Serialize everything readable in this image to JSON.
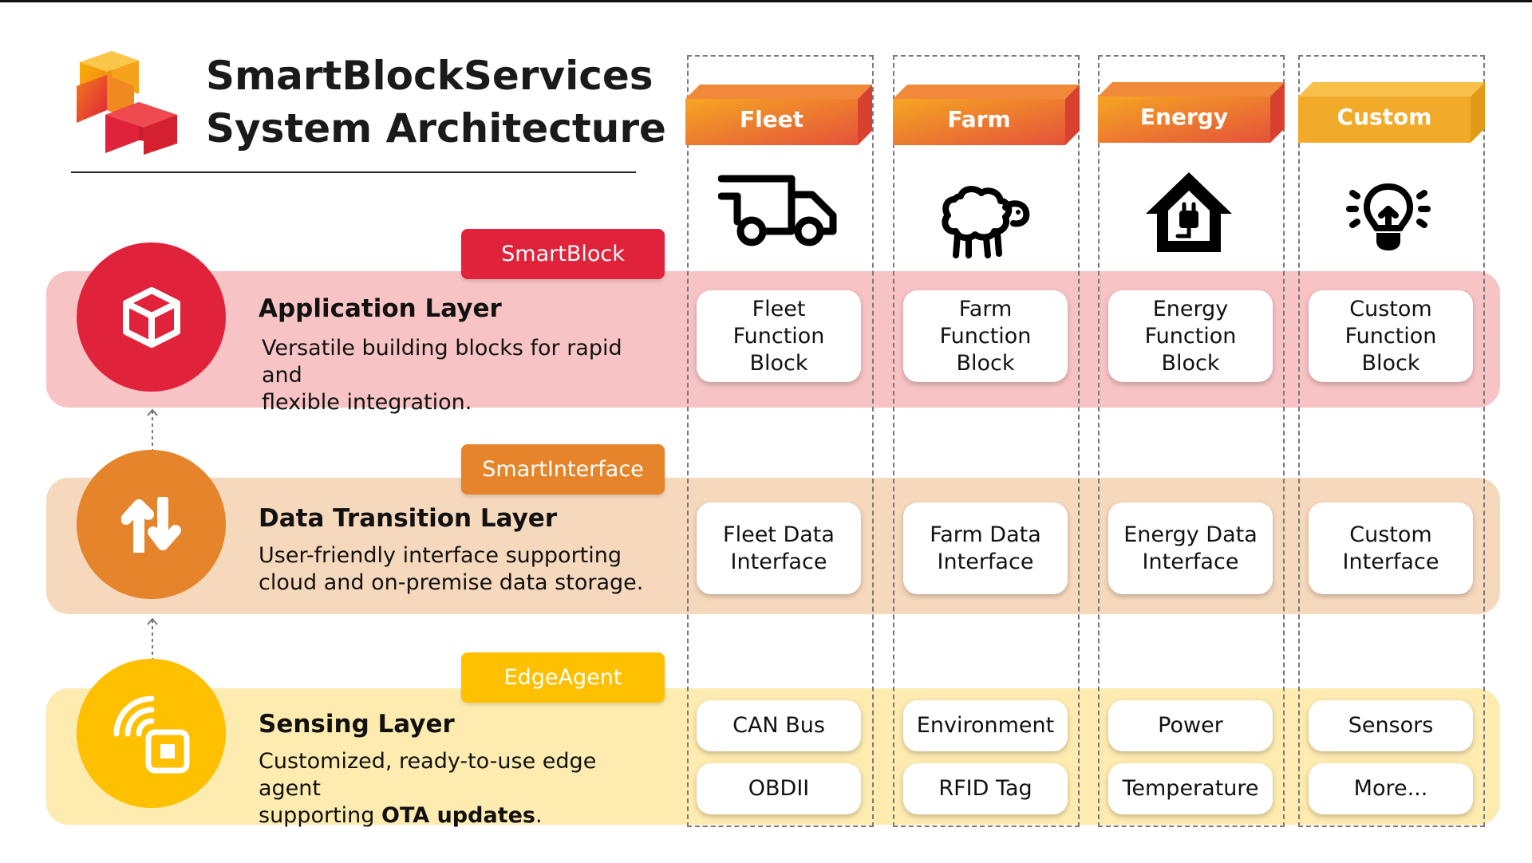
{
  "header": {
    "title_line1": "SmartBlockServices",
    "title_line2": "System Architecture",
    "logo_icon": "stacked-cubes-icon"
  },
  "colors": {
    "red": "#e0233a",
    "orange": "#e5842a",
    "yellow": "#fec000",
    "app_band": "#f7c3c4",
    "data_band": "#f6d8bd",
    "sense_band": "#fdebb0"
  },
  "layers": [
    {
      "tag": "SmartBlock",
      "title": "Application Layer",
      "desc_line1": "Versatile building blocks for rapid and",
      "desc_line2": "flexible integration.",
      "icon": "cube-icon"
    },
    {
      "tag": "SmartInterface",
      "title": "Data Transition Layer",
      "desc_line1": "User-friendly interface supporting",
      "desc_line2": "cloud and on-premise data storage.",
      "icon": "up-down-arrows-icon"
    },
    {
      "tag": "EdgeAgent",
      "title": "Sensing Layer",
      "desc_line1": "Customized, ready-to-use edge agent",
      "desc_pre": "supporting ",
      "desc_bold": "OTA updates",
      "desc_post": ".",
      "icon": "signal-chip-icon"
    }
  ],
  "columns": [
    {
      "name": "Fleet",
      "icon": "truck-icon",
      "function_block": [
        "Fleet",
        "Function",
        "Block"
      ],
      "data_interface": [
        "Fleet Data",
        "Interface"
      ],
      "sensing": [
        "CAN Bus",
        "OBDII"
      ]
    },
    {
      "name": "Farm",
      "icon": "sheep-icon",
      "function_block": [
        "Farm",
        "Function",
        "Block"
      ],
      "data_interface": [
        "Farm Data",
        "Interface"
      ],
      "sensing": [
        "Environment",
        "RFID Tag"
      ]
    },
    {
      "name": "Energy",
      "icon": "house-plug-icon",
      "function_block": [
        "Energy",
        "Function",
        "Block"
      ],
      "data_interface": [
        "Energy Data",
        "Interface"
      ],
      "sensing": [
        "Power",
        "Temperature"
      ]
    },
    {
      "name": "Custom",
      "icon": "lightbulb-icon",
      "function_block": [
        "Custom",
        "Function",
        "Block"
      ],
      "data_interface": [
        "Custom",
        "Interface"
      ],
      "sensing": [
        "Sensors",
        "More..."
      ]
    }
  ]
}
